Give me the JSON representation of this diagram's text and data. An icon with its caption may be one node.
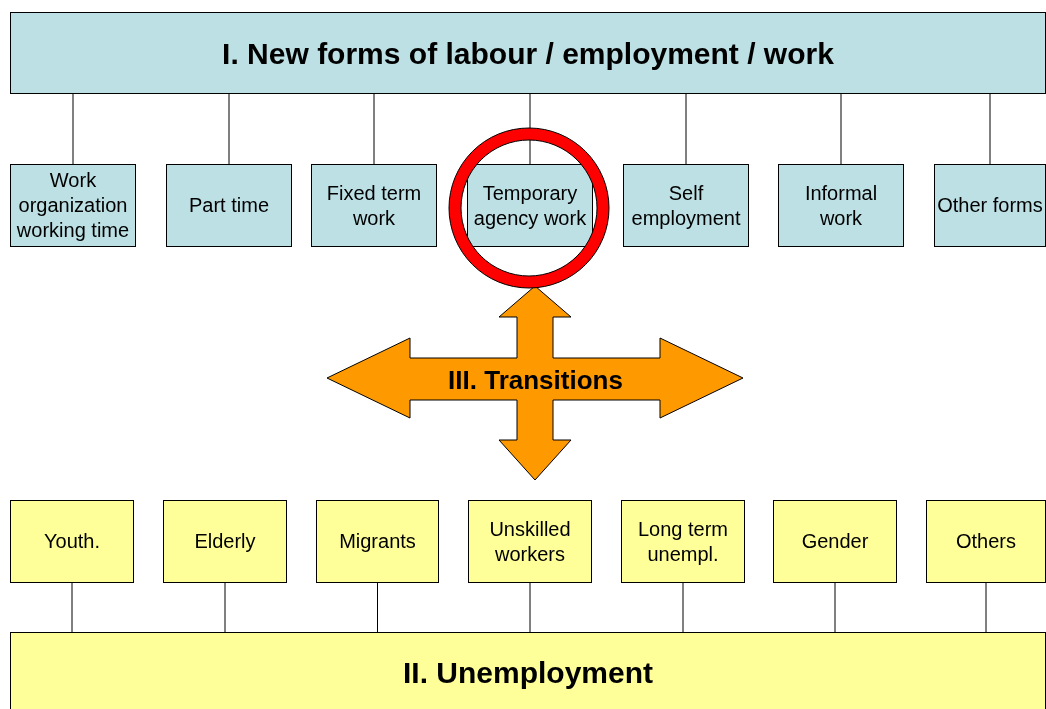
{
  "diagram": {
    "nodes": [
      {
        "text": [
          "I. New forms of labour / employment / work"
        ]
      },
      {
        "text": [
          "Work organization working time"
        ]
      },
      {
        "text": [
          "Part time"
        ]
      },
      {
        "text": [
          "Fixed term work"
        ]
      },
      {
        "text": [
          "Temporary agency work"
        ]
      },
      {
        "text": [
          "Self employment"
        ]
      },
      {
        "text": [
          "Informal work"
        ]
      },
      {
        "text": [
          "Other forms"
        ]
      },
      {
        "text": [
          "III. Transitions"
        ]
      },
      {
        "text": [
          "Youth."
        ]
      },
      {
        "text": [
          "Elderly"
        ]
      },
      {
        "text": [
          "Migrants"
        ]
      },
      {
        "text": [
          "Unskilled workers"
        ]
      },
      {
        "text": [
          "Long term unempl."
        ]
      },
      {
        "text": [
          "Gender"
        ]
      },
      {
        "text": [
          "Others"
        ]
      },
      {
        "text": [
          "II. Unemployment"
        ]
      }
    ],
    "edges": [
      {
        "from": 0,
        "to": 1,
        "arrow": "none"
      },
      {
        "from": 0,
        "to": 2,
        "arrow": "none"
      },
      {
        "from": 0,
        "to": 3,
        "arrow": "none"
      },
      {
        "from": 0,
        "to": 4,
        "arrow": "none"
      },
      {
        "from": 0,
        "to": 5,
        "arrow": "none"
      },
      {
        "from": 0,
        "to": 6,
        "arrow": "none"
      },
      {
        "from": 0,
        "to": 7,
        "arrow": "none"
      },
      {
        "from": 9,
        "to": 16,
        "arrow": "none"
      },
      {
        "from": 10,
        "to": 16,
        "arrow": "none"
      },
      {
        "from": 11,
        "to": 16,
        "arrow": "none"
      },
      {
        "from": 12,
        "to": 16,
        "arrow": "none"
      },
      {
        "from": 13,
        "to": 16,
        "arrow": "none"
      },
      {
        "from": 14,
        "to": 16,
        "arrow": "none"
      },
      {
        "from": 15,
        "to": 16,
        "arrow": "none"
      }
    ]
  }
}
